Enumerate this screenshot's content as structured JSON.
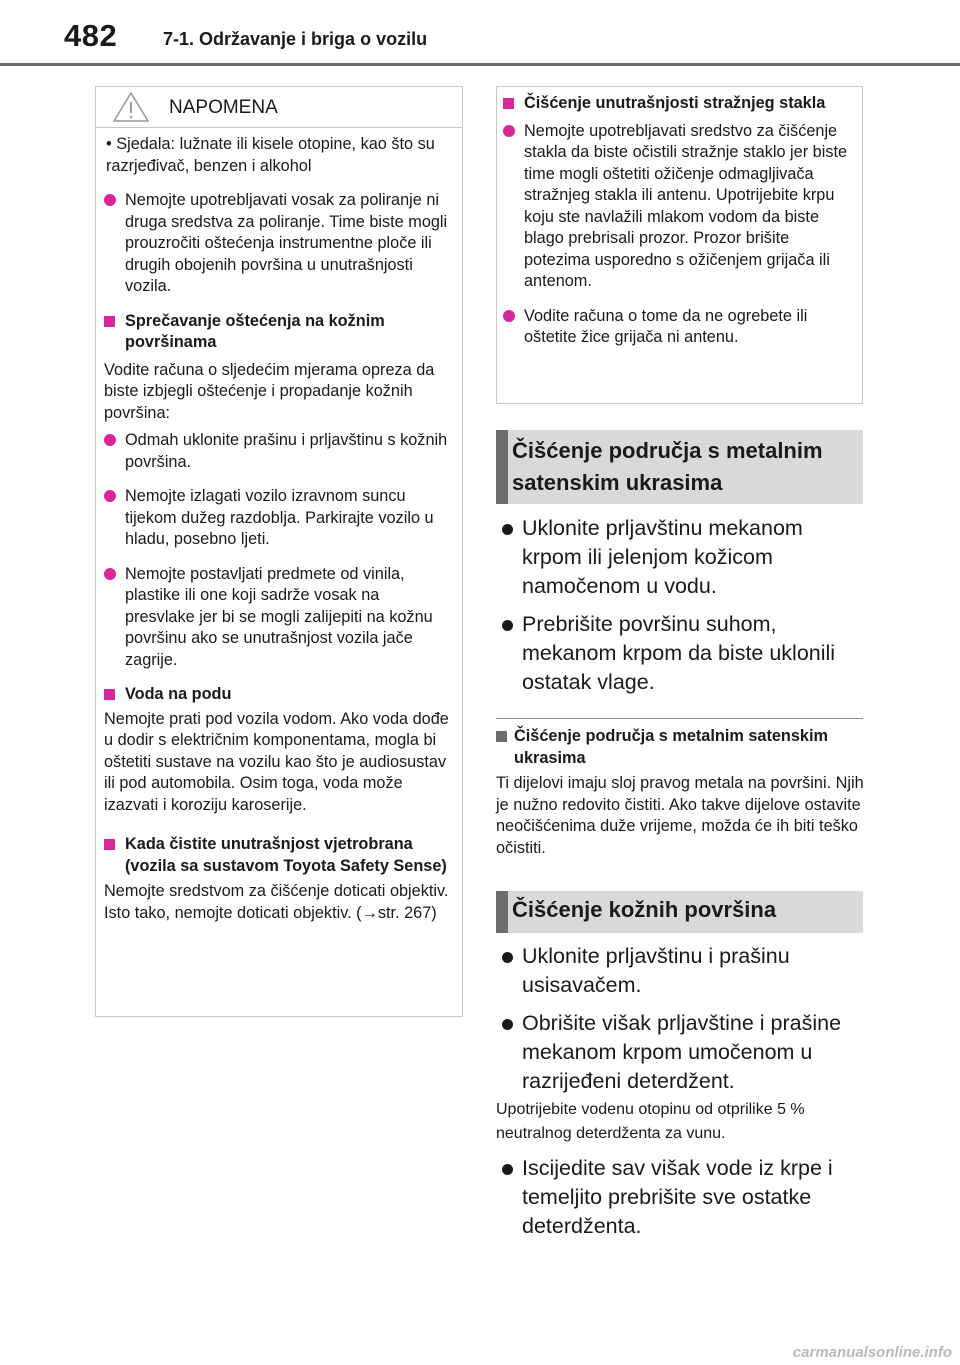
{
  "header": {
    "page_number": "482",
    "chapter": "7-1. Održavanje i briga o vozilu"
  },
  "note": {
    "title": "NAPOMENA",
    "seats_line": "• Sjedala: lužnate ili kisele otopine, kao što su razrjeđivač, benzen i alkohol",
    "wax_bullet": "Nemojte upotrebljavati vosak za poliranje ni druga sredstva za poliranje. Time biste mogli prouzročiti oštećenja instrumentne ploče ili drugih obojenih površina u unutrašnjosti vozila.",
    "leather_heading": "Sprečavanje oštećenja na kožnim površinama",
    "leather_intro": "Vodite računa o sljedećim mjerama opreza da biste izbjegli oštećenje i propadanje kožnih površina:",
    "leather_b1": "Odmah uklonite prašinu i prljavštinu s kožnih površina.",
    "leather_b2": "Nemojte izlagati vozilo izravnom suncu tijekom dužeg razdoblja. Parkirajte vozilo u hladu, posebno ljeti.",
    "leather_b3": "Nemojte postavljati predmete od vinila, plastike ili one koji sadrže vosak na presvlake jer bi se mogli zalijepiti na kožnu površinu ako se unutrašnjost vozila jače zagrije.",
    "water_heading": "Voda na podu",
    "water_text": "Nemojte prati pod vozila vodom. Ako voda dođe u dodir s električnim komponentama, mogla bi oštetiti sustave na vozilu kao što je audiosustav ili pod automobila. Osim toga, voda može izazvati i koroziju karoserije.",
    "windshield_heading": "Kada čistite unutrašnjost vjetrobrana (vozila sa sustavom Toyota Safety Sense)",
    "windshield_text": "Nemojte sredstvom za čišćenje doticati objektiv. Isto tako, nemojte doticati objektiv. (→str. 267)"
  },
  "rear_window": {
    "heading": "Čišćenje unutrašnjosti stražnjeg stakla",
    "b1": "Nemojte upotrebljavati sredstvo za čišćenje stakla da biste očistili stražnje staklo jer biste time mogli oštetiti ožičenje odmagljivača stražnjeg stakla ili antenu. Upotrijebite krpu koju ste navlažili mlakom vodom da biste blago prebrisali prozor. Prozor brišite potezima usporedno s ožičenjem grijača ili antenom.",
    "b2": "Vodite računa o tome da ne ogrebete ili oštetite žice grijača ni antenu."
  },
  "section_metal": {
    "title": "Čišćenje područja s metalnim satenskim ukrasima",
    "items": [
      "Uklonite prljavštinu mekanom krpom ili jelenjom kožicom namočenom u vodu.",
      "Prebrišite površinu suhom, mekanom krpom da biste uklonili ostatak vlage."
    ],
    "info_heading": "Čišćenje područja s metalnim satenskim ukrasima",
    "info_text": "Ti dijelovi imaju sloj pravog metala na površini. Njih je nužno redovito čistiti. Ako takve dijelove ostavite neočišćenima duže vrijeme, možda će ih biti teško očistiti."
  },
  "section_leather": {
    "title": "Čišćenje kožnih površina",
    "items": [
      "Uklonite prljavštinu i prašinu usisavačem.",
      "Obrišite višak prljavštine i prašine mekanom krpom umočenom u razrijeđeni deterdžent."
    ],
    "note": "Upotrijebite vodenu otopinu od otprilike 5 % neutralnog deterdženta za vunu.",
    "last_item": "Iscijedite sav višak vode iz krpe i temeljito prebrišite sve ostatke deterdženta."
  },
  "footer": {
    "watermark": "carmanualsonline.info"
  },
  "colors": {
    "accent": "#d9279a",
    "rule": "#6d6d6d",
    "section_bg": "#d9d9d9"
  }
}
